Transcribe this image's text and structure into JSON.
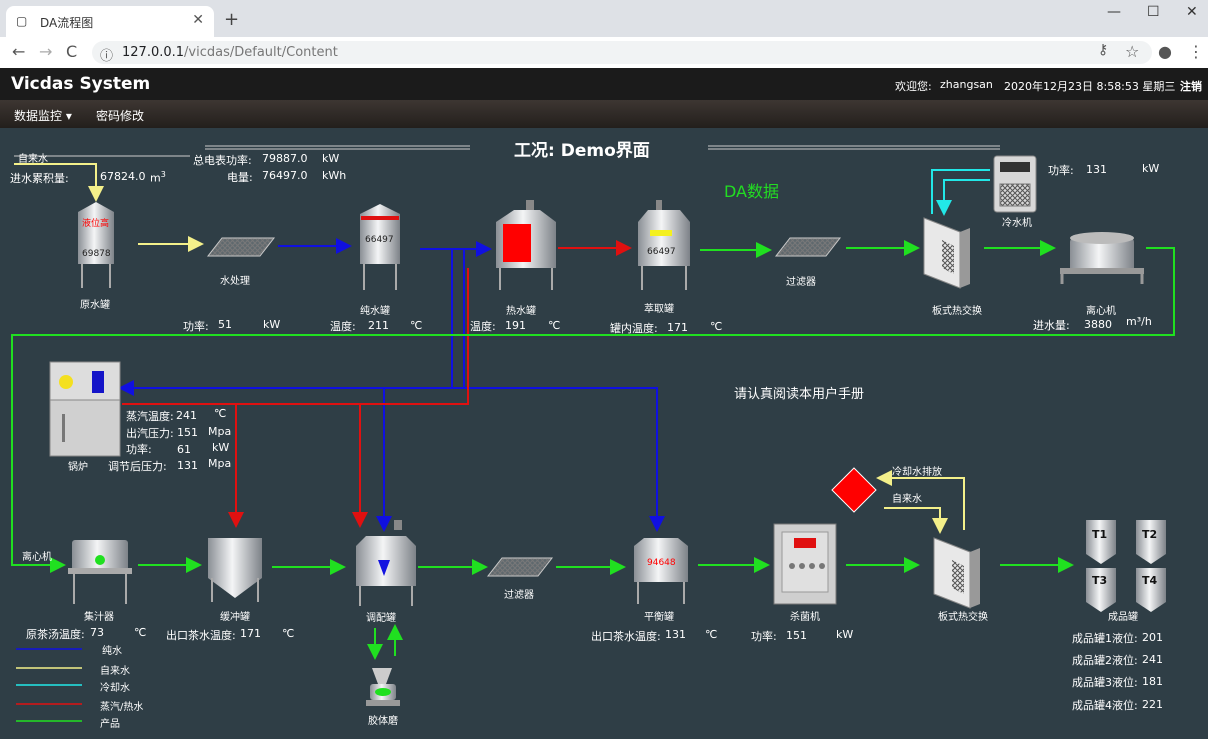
{
  "browser": {
    "tab_title": "DA流程图",
    "url_host": "127.0.0.1",
    "url_path": "/vicdas/Default/Content",
    "new_tab": "+",
    "close": "✕",
    "back": "←",
    "forward": "→",
    "reload": "C",
    "info": "ⓘ",
    "minimize": "—",
    "maximize": "☐",
    "close_window": "✕",
    "key": "⚷",
    "star": "☆",
    "account": "●",
    "menu": "⋮"
  },
  "header": {
    "brand": "Vicdas System",
    "welcome": "欢迎您:",
    "user": "zhangsan",
    "datetime": "2020年12月23日 8:58:53 星期三",
    "logout": "注销"
  },
  "menu": {
    "monitor": "数据监控 ▾",
    "password": "密码修改"
  },
  "diagram": {
    "title": "工况: Demo界面",
    "da_label": "DA数据",
    "manual": "请认真阅读本用户手册",
    "tap_water": "自来水",
    "water_total_label": "进水累积量:",
    "water_total_value": "67824.0",
    "water_unit": "m",
    "water_unit_sup": "3",
    "total_power_label": "总电表功率:",
    "total_power_value": "79887.0",
    "total_power_unit": "kW",
    "energy_label": "电量:",
    "energy_value": "76497.0",
    "energy_unit": "kWh",
    "raw_tank": "原水罐",
    "raw_level": "液位高",
    "raw_value": "69878",
    "water_treat": "水处理",
    "pure_tank": "纯水罐",
    "pure_value": "66497",
    "hot_tank": "热水罐",
    "extract_tank": "萃取罐",
    "extract_value": "66497",
    "filter1": "过滤器",
    "plate_hx1": "板式热交换",
    "chiller": "冷水机",
    "chiller_power_label": "功率:",
    "chiller_power_value": "131",
    "chiller_power_unit": "kW",
    "centrifuge": "离心机",
    "inflow_label": "进水量:",
    "inflow_value": "3880",
    "inflow_unit": "m³/h",
    "wt_power_label": "功率:",
    "wt_power_value": "51",
    "wt_power_unit": "kW",
    "pure_temp_label": "温度:",
    "pure_temp_value": "211",
    "temp_unit": "℃",
    "hot_temp_label": "温度:",
    "hot_temp_value": "191",
    "extract_temp_label": "罐内温度:",
    "extract_temp_value": "171",
    "boiler": "锅炉",
    "steam_temp_label": "蒸汽温度:",
    "steam_temp_value": "241",
    "steam_press_label": "出汽压力:",
    "steam_press_value": "151",
    "press_unit": "Mpa",
    "boiler_power_label": "功率:",
    "boiler_power_value": "61",
    "boiler_power_unit": "kW",
    "adj_press_label": "调节后压力:",
    "adj_press_value": "131",
    "centrifuge2": "离心机",
    "juice_collector": "集汁器",
    "buffer_tank": "缓冲罐",
    "mix_tank": "调配罐",
    "filter2": "过滤器",
    "balance_tank": "平衡罐",
    "balance_value": "94648",
    "sterilizer": "杀菌机",
    "plate_hx2": "板式热交换",
    "cooling_drain": "冷却水排放",
    "tap_water2": "自来水",
    "product_tank": "成品罐",
    "t1": "T1",
    "t2": "T2",
    "t3": "T3",
    "t4": "T4",
    "colloid_mill": "胶体磨",
    "raw_tea_temp_label": "原茶汤温度:",
    "raw_tea_temp_value": "73",
    "outlet_tea_temp_label": "出口茶水温度:",
    "outlet_tea_temp_value": "171",
    "balance_out_temp_label": "出口茶水温度:",
    "balance_out_temp_value": "131",
    "sterilizer_power_label": "功率:",
    "sterilizer_power_value": "151",
    "sterilizer_power_unit": "kW",
    "level1_label": "成品罐1液位:",
    "level1_value": "201",
    "level2_label": "成品罐2液位:",
    "level2_value": "241",
    "level3_label": "成品罐3液位:",
    "level3_value": "181",
    "level4_label": "成品罐4液位:",
    "level4_value": "221"
  },
  "legend": {
    "pure": "纯水",
    "tap": "自来水",
    "cooling": "冷却水",
    "steam": "蒸汽/热水",
    "product": "产品"
  },
  "colors": {
    "pure": "#1010e0",
    "tap": "#f4f08a",
    "cooling": "#22e8e8",
    "steam": "#e01010",
    "product": "#20e020"
  }
}
